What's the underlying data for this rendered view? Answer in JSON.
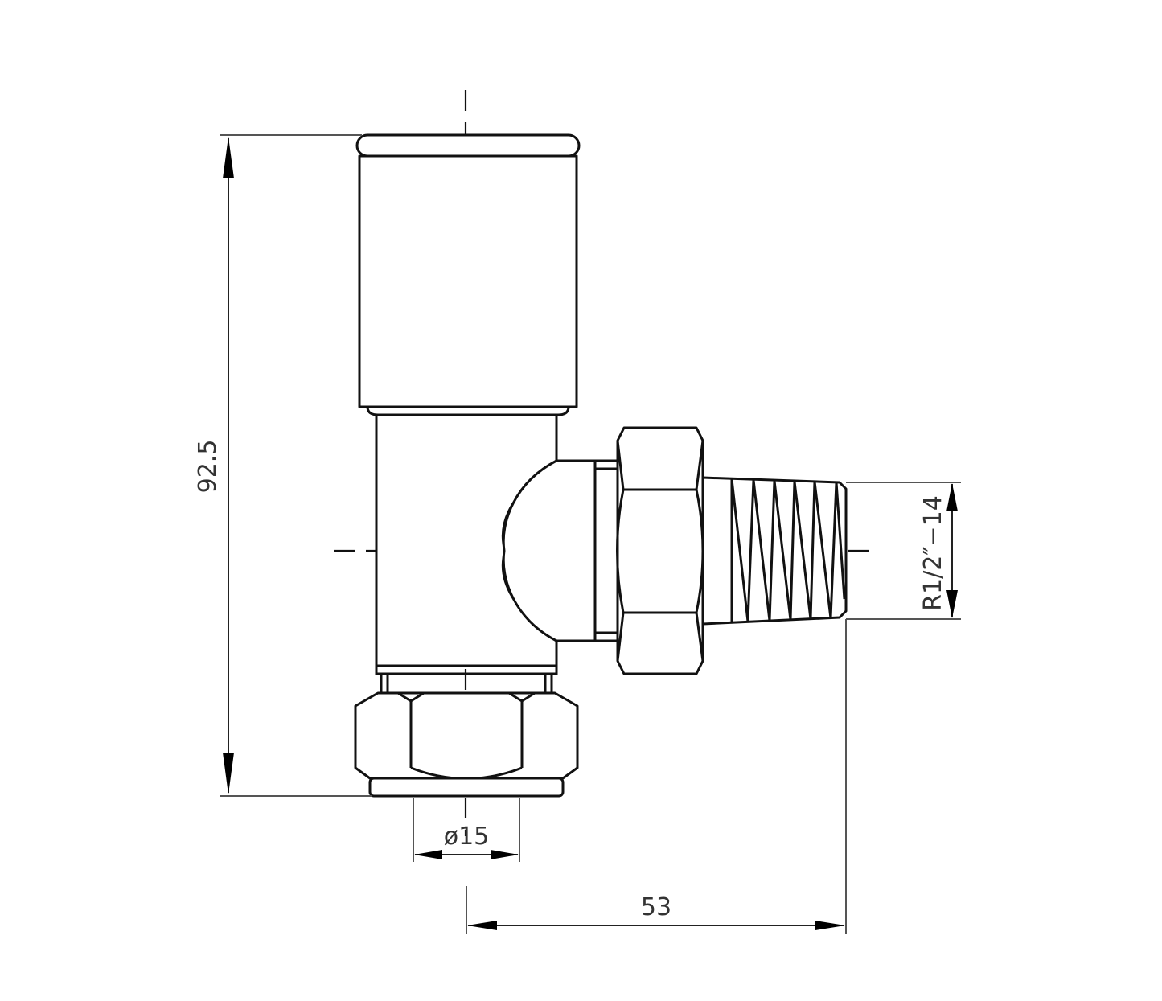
{
  "drawing": {
    "subject": "angled radiator valve",
    "line_color": "#111111",
    "background": "#ffffff"
  },
  "dimensions": {
    "height": {
      "label": "92.5",
      "orientation": "vertical"
    },
    "pipe_diameter": {
      "label": "ø15",
      "orientation": "horizontal"
    },
    "offset": {
      "label": "53",
      "orientation": "horizontal"
    },
    "thread": {
      "label": "R1/2″−14",
      "orientation": "vertical"
    }
  }
}
